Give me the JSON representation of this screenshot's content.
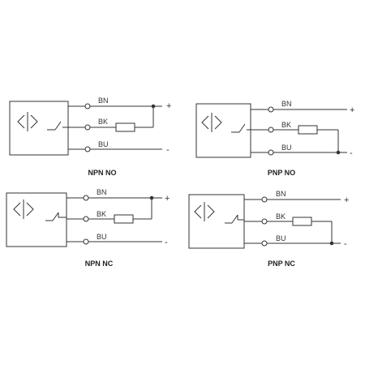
{
  "colors": {
    "line": "#333333",
    "background": "#ffffff"
  },
  "icons": {
    "sensor": "proximity-sensor-symbol-icon",
    "switch": "switch-contact-icon",
    "resistor": "resistor-icon"
  },
  "wire_labels": {
    "bn": "BN",
    "bk": "BK",
    "bu": "BU"
  },
  "signs": {
    "plus": "+",
    "minus": "-"
  },
  "diagrams": {
    "npn_no": {
      "caption": "NPN NO",
      "type": "npn",
      "contact": "no"
    },
    "pnp_no": {
      "caption": "PNP NO",
      "type": "pnp",
      "contact": "no"
    },
    "npn_nc": {
      "caption": "NPN NC",
      "type": "npn",
      "contact": "nc"
    },
    "pnp_nc": {
      "caption": "PNP NC",
      "type": "pnp",
      "contact": "nc"
    }
  }
}
